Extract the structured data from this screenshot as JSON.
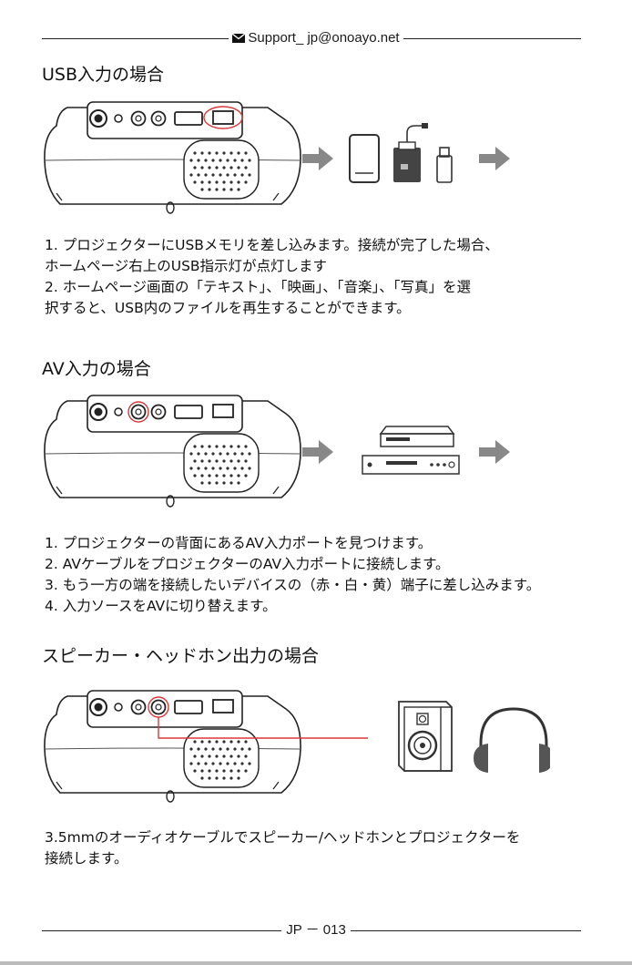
{
  "header": {
    "support_email": "Support_ jp@onoayo.net",
    "icon": "envelope-icon"
  },
  "sections": {
    "usb": {
      "title": "USB入力の場合",
      "lines": [
        "1. プロジェクターにUSBメモリを差し込みます。接続が完了した場合、",
        "ホームページ右上のUSB指示灯が点灯します",
        "2. ホームページ画面の「テキスト」、「映画」、「音楽」、「写真」を選",
        "択すると、USB内のファイルを再生することができます。"
      ]
    },
    "av": {
      "title": "AV入力の場合",
      "lines": [
        "1. プロジェクターの背面にあるAV入力ポートを見つけます。",
        "2.  AVケーブルをプロジェクターのAV入力ポートに接続します。",
        "3. もう一方の端を接続したいデバイスの（赤・白・黄）端子に差し込みます。",
        "4. 入力ソースをAVに切り替えます。"
      ]
    },
    "audio": {
      "title": "スピーカー・ヘッドホン出力の場合",
      "lines": [
        "3.5mmのオーディオケーブルでスピーカー/ヘッドホンとプロジェクターを",
        "接続します。"
      ]
    }
  },
  "footer": {
    "page_label": "JP － 013"
  },
  "colors": {
    "highlight": "#d8393a",
    "arrow": "#888888",
    "device": "#333333"
  }
}
